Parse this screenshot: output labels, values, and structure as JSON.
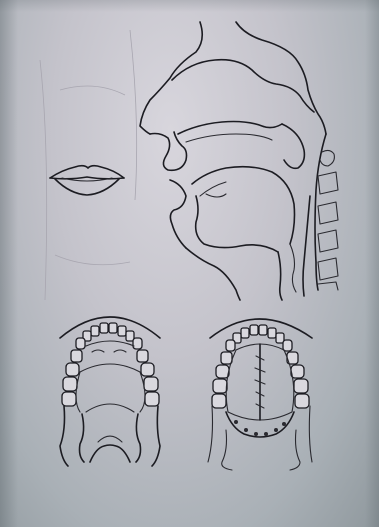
{
  "image": {
    "figures": [
      {
        "kind": "lips-front-view"
      },
      {
        "kind": "sagittal-section-head"
      },
      {
        "kind": "upper-dental-arch-palate-left"
      },
      {
        "kind": "upper-dental-arch-palate-right"
      }
    ]
  },
  "colors": {
    "paper": "#c8c7cf",
    "ink": "#1c1c22",
    "background": "#8c9396"
  }
}
